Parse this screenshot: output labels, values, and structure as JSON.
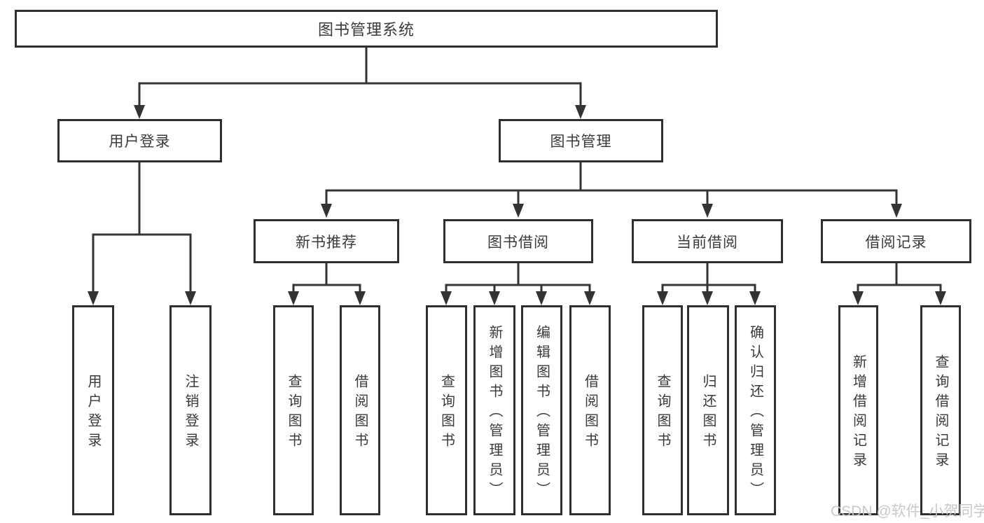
{
  "colors": {
    "line": "#333333",
    "border": "#2f2f2f",
    "text": "#3a3a3a",
    "background": "#ffffff",
    "watermark": "#c6c6c6"
  },
  "tree": {
    "root": {
      "label": "图书管理系统"
    },
    "user_login": {
      "label": "用户登录",
      "leaves": [
        {
          "label": "用户登录"
        },
        {
          "label": "注销登录"
        }
      ]
    },
    "book_management": {
      "label": "图书管理",
      "sections": [
        {
          "label": "新书推荐",
          "leaves": [
            {
              "label": "查询图书"
            },
            {
              "label": "借阅图书"
            }
          ]
        },
        {
          "label": "图书借阅",
          "leaves": [
            {
              "label": "查询图书"
            },
            {
              "label": "新增图书（管理员）"
            },
            {
              "label": "编辑图书（管理员）"
            },
            {
              "label": "借阅图书"
            }
          ]
        },
        {
          "label": "当前借阅",
          "leaves": [
            {
              "label": "查询图书"
            },
            {
              "label": "归还图书"
            },
            {
              "label": "确认归还（管理员）"
            }
          ]
        },
        {
          "label": "借阅记录",
          "leaves": [
            {
              "label": "新增借阅记录"
            },
            {
              "label": "查询借阅记录"
            }
          ]
        }
      ]
    }
  },
  "watermark": {
    "text": "CSDN @软件_小贺同学"
  }
}
